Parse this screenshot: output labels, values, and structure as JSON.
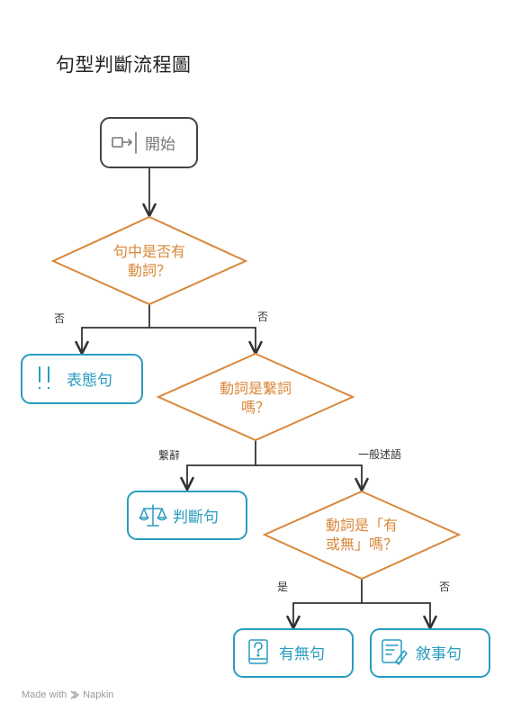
{
  "title": "句型判斷流程圖",
  "colors": {
    "start_stroke": "#444444",
    "decision": "#d9873a",
    "outcome": "#2a9cc0",
    "edge": "#333333"
  },
  "nodes": {
    "start": {
      "label": "開始",
      "icon": "sign-in-icon"
    },
    "d1": {
      "line1": "句中是否有",
      "line2": "動詞？"
    },
    "d2": {
      "line1": "動詞是繫詞",
      "line2": "嗎？"
    },
    "d3": {
      "line1": "動詞是「有",
      "line2": "或無」嗎？"
    },
    "stative": {
      "label": "表態句",
      "icon": "double-exclamation-icon"
    },
    "judgment": {
      "label": "判斷句",
      "icon": "scales-icon"
    },
    "existential": {
      "label": "有無句",
      "icon": "question-book-icon"
    },
    "narrative": {
      "label": "敘事句",
      "icon": "document-pen-icon"
    }
  },
  "edges": {
    "d1_left": "否",
    "d1_right": "否",
    "d2_left": "繫辭",
    "d2_right": "一般述語",
    "d3_left": "是",
    "d3_right": "否"
  },
  "footer": {
    "made_with": "Made with",
    "brand": "Napkin"
  }
}
